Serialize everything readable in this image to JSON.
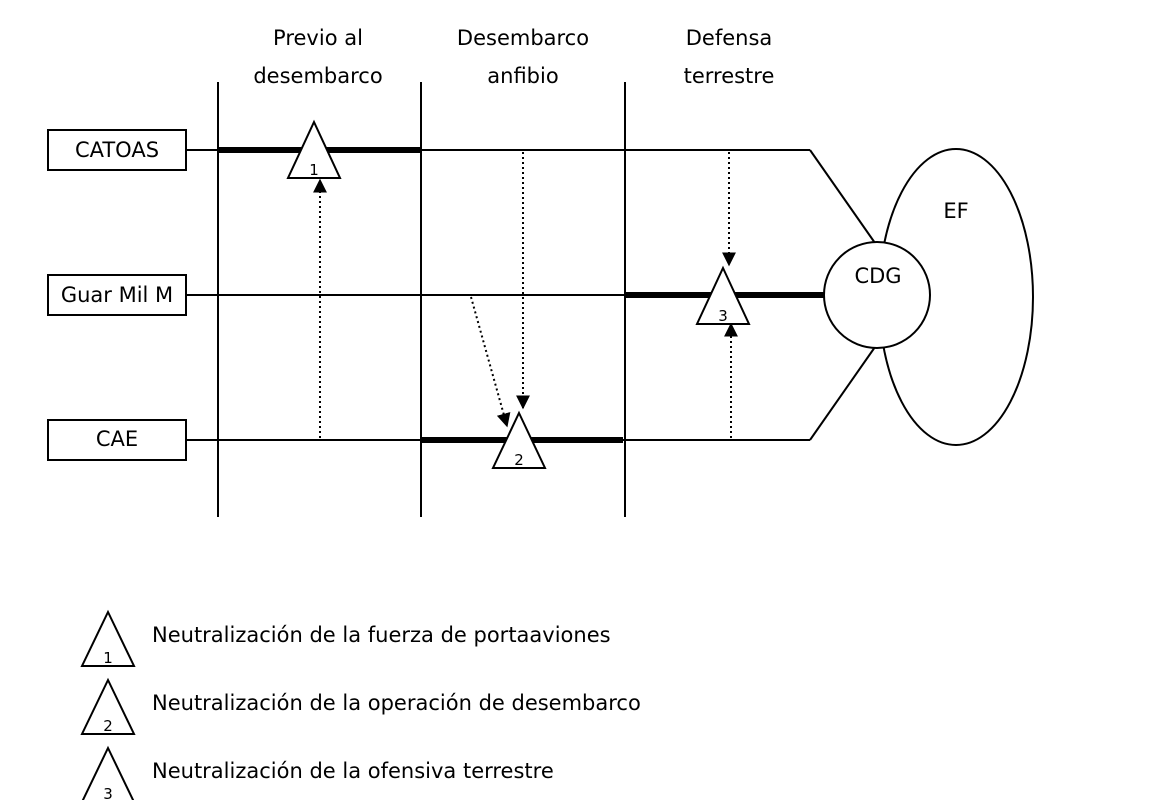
{
  "phases": [
    {
      "line1": "Previo al",
      "line2": "desembarco"
    },
    {
      "line1": "Desembarco",
      "line2": "anfibio"
    },
    {
      "line1": "Defensa",
      "line2": "terrestre"
    }
  ],
  "actors": {
    "catoas": "CATOAS",
    "guar_mil_m": "Guar Mil M",
    "cae": "CAE"
  },
  "nodes": {
    "cdg": "CDG",
    "ef": "EF"
  },
  "markers": {
    "m1": "1",
    "m2": "2",
    "m3": "3"
  },
  "legend": [
    {
      "number": "1",
      "text": "Neutralización de la fuerza de portaaviones"
    },
    {
      "number": "2",
      "text": "Neutralización de la operación de desembarco"
    },
    {
      "number": "3",
      "text": "Neutralización de la ofensiva terrestre"
    }
  ]
}
